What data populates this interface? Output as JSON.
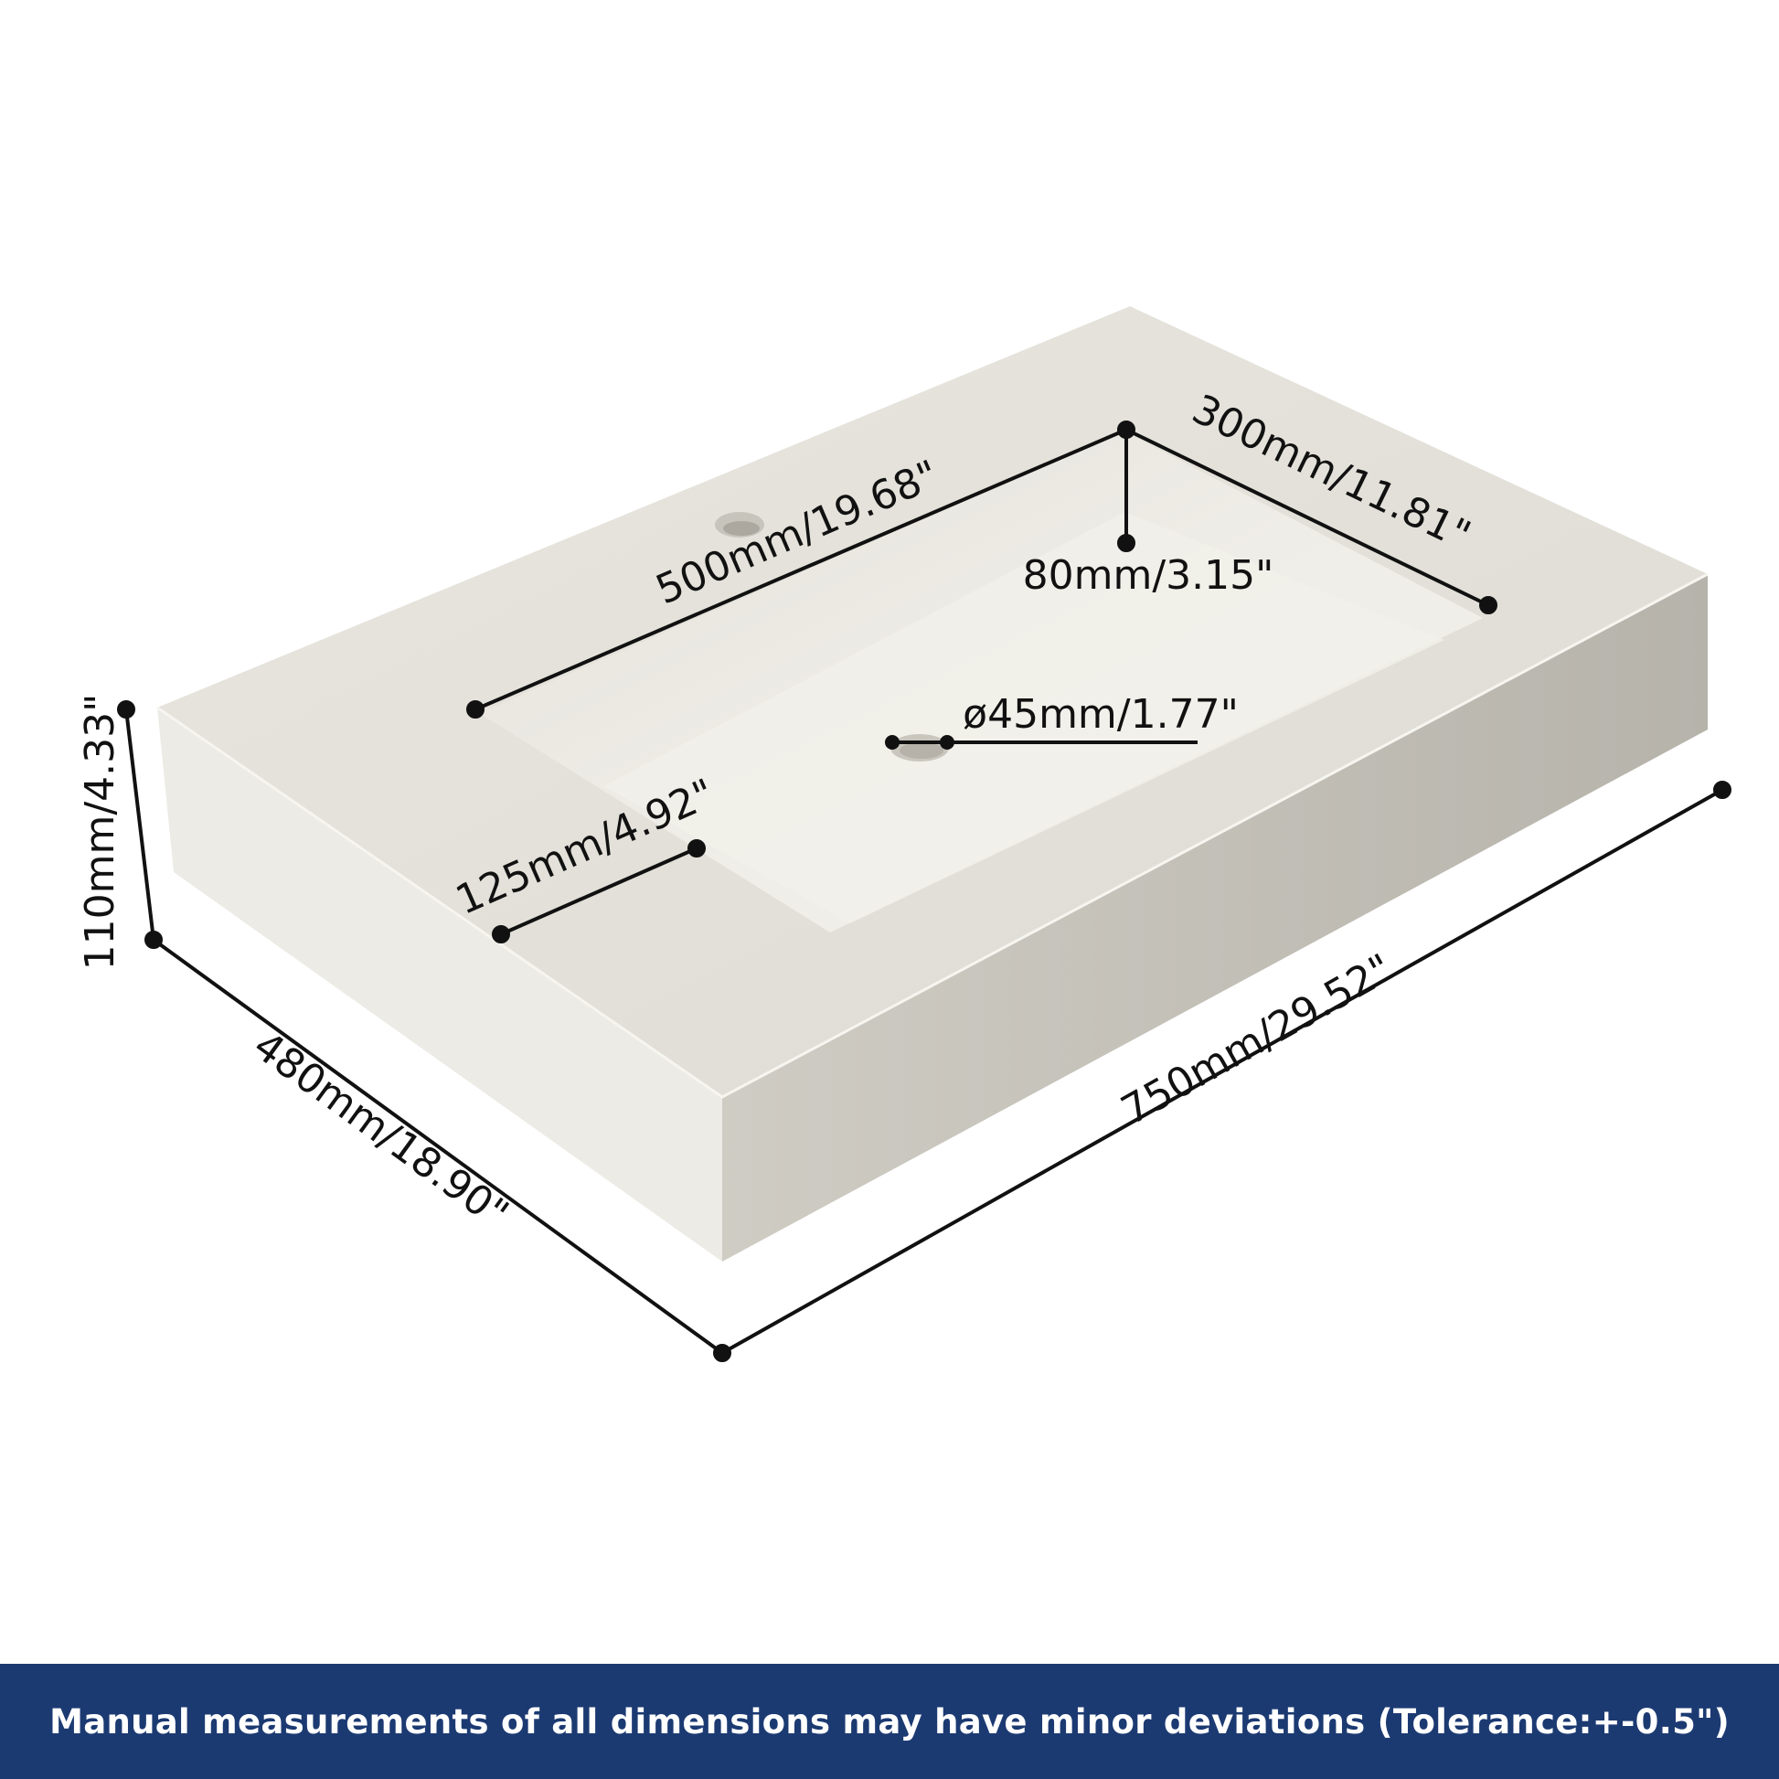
{
  "dimensions": {
    "basin_length": "500mm/19.68\"",
    "basin_width": "300mm/11.81\"",
    "basin_depth": "80mm/3.15\"",
    "drain_diameter": "ø45mm/1.77\"",
    "basin_offset": "125mm/4.92\"",
    "height": "110mm/4.33\"",
    "depth": "480mm/18.90\"",
    "length": "750mm/29.52\""
  },
  "footer": {
    "note": "Manual measurements of all dimensions may have minor deviations (Tolerance:+-0.5\")"
  },
  "colors": {
    "top_surface": "#e4e2da",
    "front_face": "#bbb8b0",
    "left_face": "#ecebe5",
    "basin": "#efede6",
    "dimension_line": "#111111",
    "footer_background": "#1c3a72"
  }
}
